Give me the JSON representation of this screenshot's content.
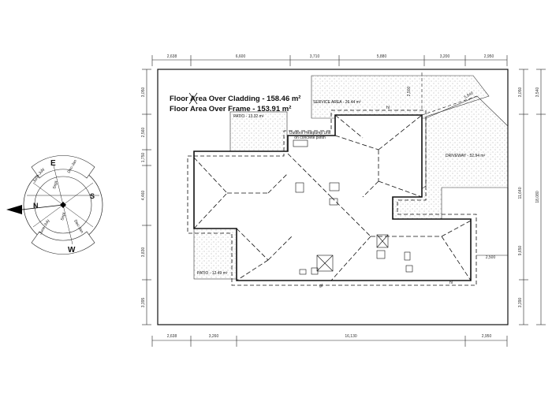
{
  "area_info": {
    "cladding": "Floor Area Over Cladding  - 158.46 m²",
    "frame": "Floor Area Over Frame  - 153.91 m²"
  },
  "dims_top": [
    "2,638",
    "6,600",
    "3,710",
    "5,880",
    "3,200",
    "2,950"
  ],
  "dims_bottom": [
    "2,638",
    "3,260",
    "16,130",
    "2,950"
  ],
  "dims_left": [
    "3,050",
    "2,560",
    "1,750",
    "4,460",
    "3,830",
    "3,395"
  ],
  "dims_right_inner": [
    "3,050",
    "11,640",
    "9,650",
    "3,390"
  ],
  "dims_right_outer": [
    "3,540",
    "18,080"
  ],
  "dims_misc": {
    "service_depth": "2,500",
    "driveway_diag": "5,840",
    "patio_offset": "2,500"
  },
  "labels": {
    "service": "SERVICE AREA - 26.44 m²",
    "patio_top": "PATIO - 13.32 m²",
    "heatpump_1": "Outdoor Heatpump Unit",
    "heatpump_2": "on concrete plinth",
    "driveway": "DRIVEWAY - 52.94 m²",
    "patio_bottom": "PATIO - 12.49 m²",
    "gutter": "hl",
    "gutter2": "gl"
  },
  "compass": {
    "east": "E",
    "north": "N",
    "west": "W",
    "south": "S",
    "months_a": "June-July",
    "months_b": "Dec-Jan",
    "months_c": "Sept",
    "months_d": "June-July",
    "months_e": "Sept",
    "months_f": "Dec-Jan"
  }
}
